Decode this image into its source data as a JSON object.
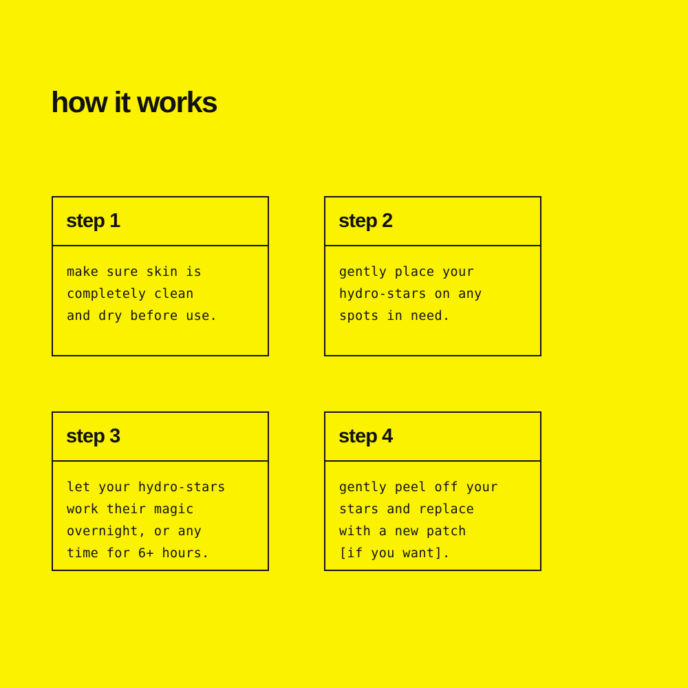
{
  "page": {
    "title": "how it works",
    "background_color": "#fbf200",
    "ink_color": "#111111"
  },
  "steps": [
    {
      "label": "step 1",
      "text": "make sure skin is\ncompletely clean\nand dry before use."
    },
    {
      "label": "step 2",
      "text": "gently place your\nhydro-stars on any\nspots in need."
    },
    {
      "label": "step 3",
      "text": "let your hydro-stars\nwork their magic\novernight, or any\ntime for 6+ hours."
    },
    {
      "label": "step 4",
      "text": "gently peel off your\nstars and replace\nwith a new patch\n[if you want]."
    }
  ]
}
